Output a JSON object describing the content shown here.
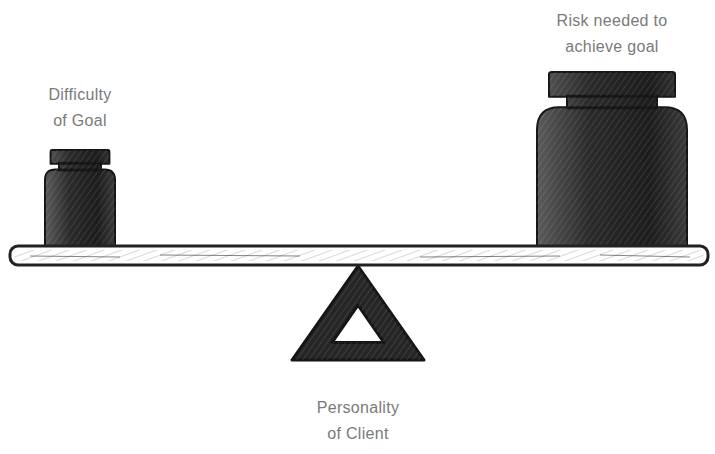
{
  "diagram": {
    "nodes": [
      {
        "text": [
          "Difficulty of Goal"
        ]
      },
      {
        "text": [
          "Risk needed to achieve goal"
        ]
      },
      {
        "text": [
          "Personality of Client"
        ]
      }
    ]
  }
}
